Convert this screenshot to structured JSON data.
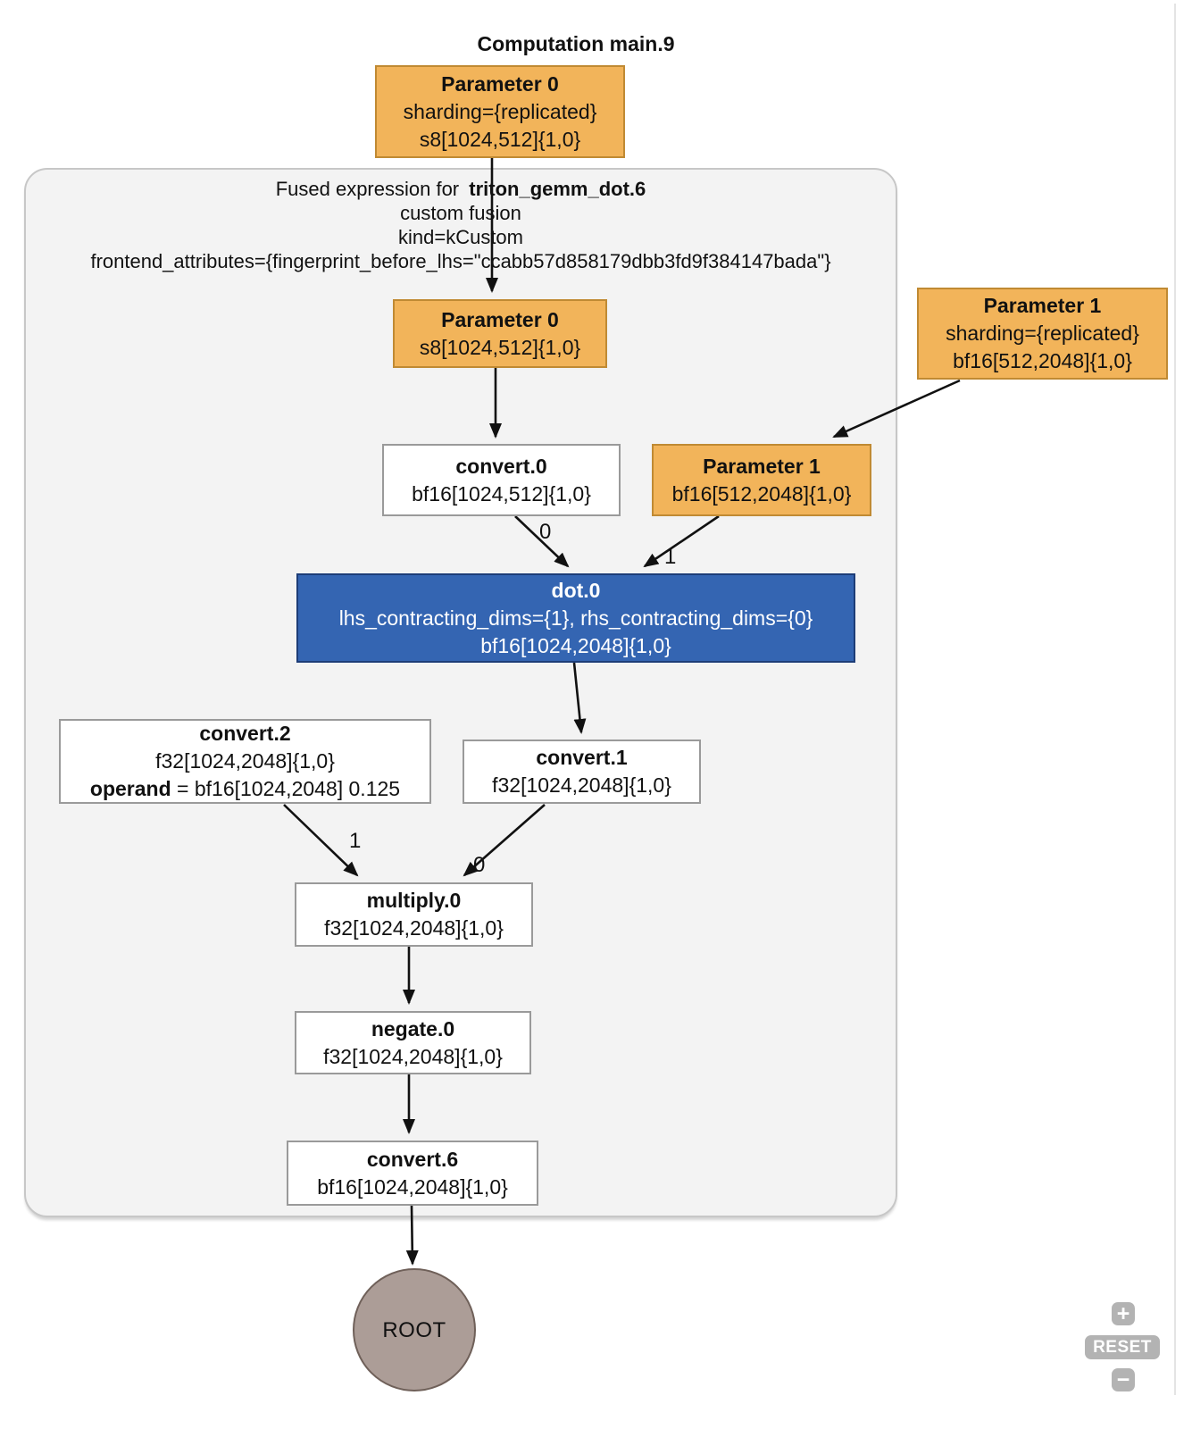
{
  "page": {
    "title": "Computation main.9"
  },
  "cluster": {
    "header": {
      "line1_prefix": "Fused expression for ",
      "line1_name": "triton_gemm_dot.6",
      "line2": "custom fusion",
      "line3": "kind=kCustom",
      "line4": "frontend_attributes={fingerprint_before_lhs=\"ccabb57d858179dbb3fd9f384147bada\"}"
    }
  },
  "nodes": {
    "param0_outer": {
      "title": "Parameter 0",
      "sharding": "sharding={replicated}",
      "shape": "s8[1024,512]{1,0}"
    },
    "param0_inner": {
      "title": "Parameter 0",
      "shape": "s8[1024,512]{1,0}"
    },
    "param1_outer": {
      "title": "Parameter 1",
      "sharding": "sharding={replicated}",
      "shape": "bf16[512,2048]{1,0}"
    },
    "param1_inner": {
      "title": "Parameter 1",
      "shape": "bf16[512,2048]{1,0}"
    },
    "convert0": {
      "title": "convert.0",
      "shape": "bf16[1024,512]{1,0}"
    },
    "dot0": {
      "title": "dot.0",
      "attrs": "lhs_contracting_dims={1}, rhs_contracting_dims={0}",
      "shape": "bf16[1024,2048]{1,0}"
    },
    "convert1": {
      "title": "convert.1",
      "shape": "f32[1024,2048]{1,0}"
    },
    "convert2": {
      "title": "convert.2",
      "shape": "f32[1024,2048]{1,0}",
      "operand_key": "operand",
      "operand_rest": " = bf16[1024,2048] 0.125"
    },
    "multiply0": {
      "title": "multiply.0",
      "shape": "f32[1024,2048]{1,0}"
    },
    "negate0": {
      "title": "negate.0",
      "shape": "f32[1024,2048]{1,0}"
    },
    "convert6": {
      "title": "convert.6",
      "shape": "bf16[1024,2048]{1,0}"
    },
    "root": {
      "title": "ROOT"
    }
  },
  "edge_labels": {
    "convert0_to_dot0": "0",
    "param1_to_dot0": "1",
    "convert2_to_multiply0": "1",
    "convert1_to_multiply0": "0"
  },
  "controls": {
    "zoom_in": "+",
    "reset": "RESET",
    "zoom_out": "−"
  },
  "colors": {
    "parameter_fill": "#f2b45a",
    "parameter_border": "#c08a33",
    "op_fill": "#ffffff",
    "op_border": "#9a9a9a",
    "dot_fill": "#3465b2",
    "dot_border": "#1d3d77",
    "dot_text": "#ffffff",
    "root_fill": "#ac9d97",
    "root_border": "#6f6059",
    "cluster_fill": "#f3f3f3",
    "cluster_border": "#c7c7c7",
    "edge_color": "#111111",
    "control_color": "#b3b3b3"
  }
}
